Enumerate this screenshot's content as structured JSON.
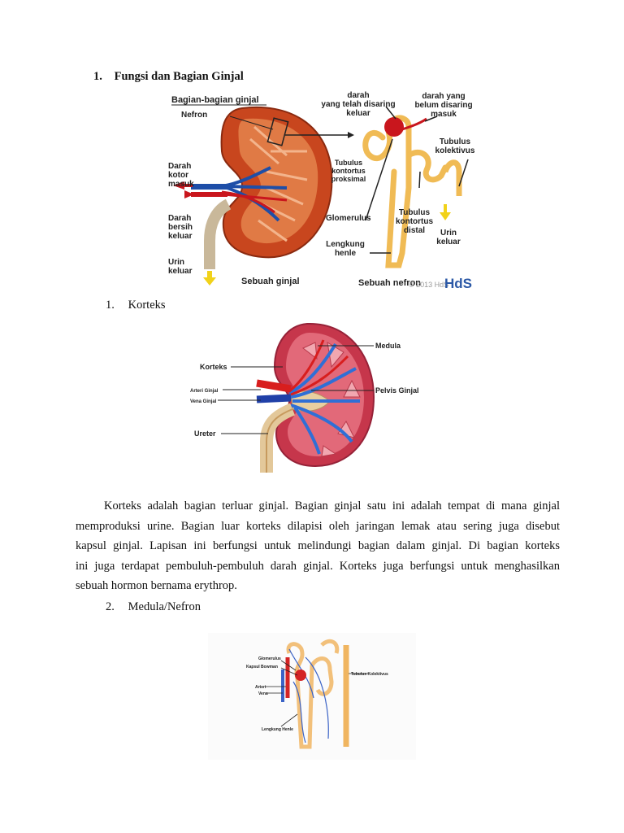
{
  "section": {
    "number": "1.",
    "title": "Fungsi dan Bagian Ginjal"
  },
  "figure1": {
    "title": "Bagian-bagian ginjal",
    "labels": {
      "nefron": "Nefron",
      "darah_telah": [
        "darah",
        "yang telah disaring",
        "keluar"
      ],
      "darah_belum": [
        "darah yang",
        "belum disaring",
        "masuk"
      ],
      "tubulus_kolektivus": [
        "Tubulus",
        "kolektivus"
      ],
      "darah_kotor": [
        "Darah",
        "kotor",
        "masuk"
      ],
      "tubulus_proksimal": [
        "Tubulus",
        "kontortus",
        "proksimal"
      ],
      "darah_bersih": [
        "Darah",
        "bersih",
        "keluar"
      ],
      "glomerulus": "Glomerulus",
      "tubulus_distal": [
        "Tubulus",
        "kontortus",
        "distal"
      ],
      "urin_keluar_right": [
        "Urin",
        "keluar"
      ],
      "lengkung_henle": [
        "Lengkung",
        "henle"
      ],
      "urin_keluar_left": [
        "Urin",
        "keluar"
      ],
      "sebuah_ginjal": "Sebuah ginjal",
      "sebuah_nefron": "Sebuah nefron",
      "watermark": "© 2013 HdS",
      "logo": "HdS"
    }
  },
  "item1": {
    "number": "1.",
    "label": "Korteks"
  },
  "figure2": {
    "labels": {
      "medula": "Medula",
      "korteks": "Korteks",
      "arteri": "Arteri Ginjal",
      "vena": "Vena Ginjal",
      "pelvis": "Pelvis Ginjal",
      "ureter": "Ureter"
    }
  },
  "paragraph": {
    "lines": [
      "Korteks adalah bagian terluar ginjal. Bagian ginjal satu ini adalah tempat di mana ginjal",
      "memproduksi urine. Bagian luar korteks dilapisi oleh jaringan lemak atau sering juga disebut",
      "kapsul ginjal. Lapisan ini berfungsi untuk melindungi bagian dalam ginjal. Di bagian korteks",
      "ini juga terdapat pembuluh-pembuluh darah ginjal. Korteks juga berfungsi untuk menghasilkan",
      "sebuah hormon bernama erythrop."
    ]
  },
  "item2": {
    "number": "2.",
    "label": "Medula/Nefron"
  },
  "figure3": {
    "labels": {
      "glomerulus": "Glomerulus",
      "kapsul": "Kapsul Bowman",
      "tubulus": "Tubulus Kolektivus",
      "arteri": "Arteri",
      "vena": "Vena",
      "henle": "Lengkung Henle"
    }
  }
}
